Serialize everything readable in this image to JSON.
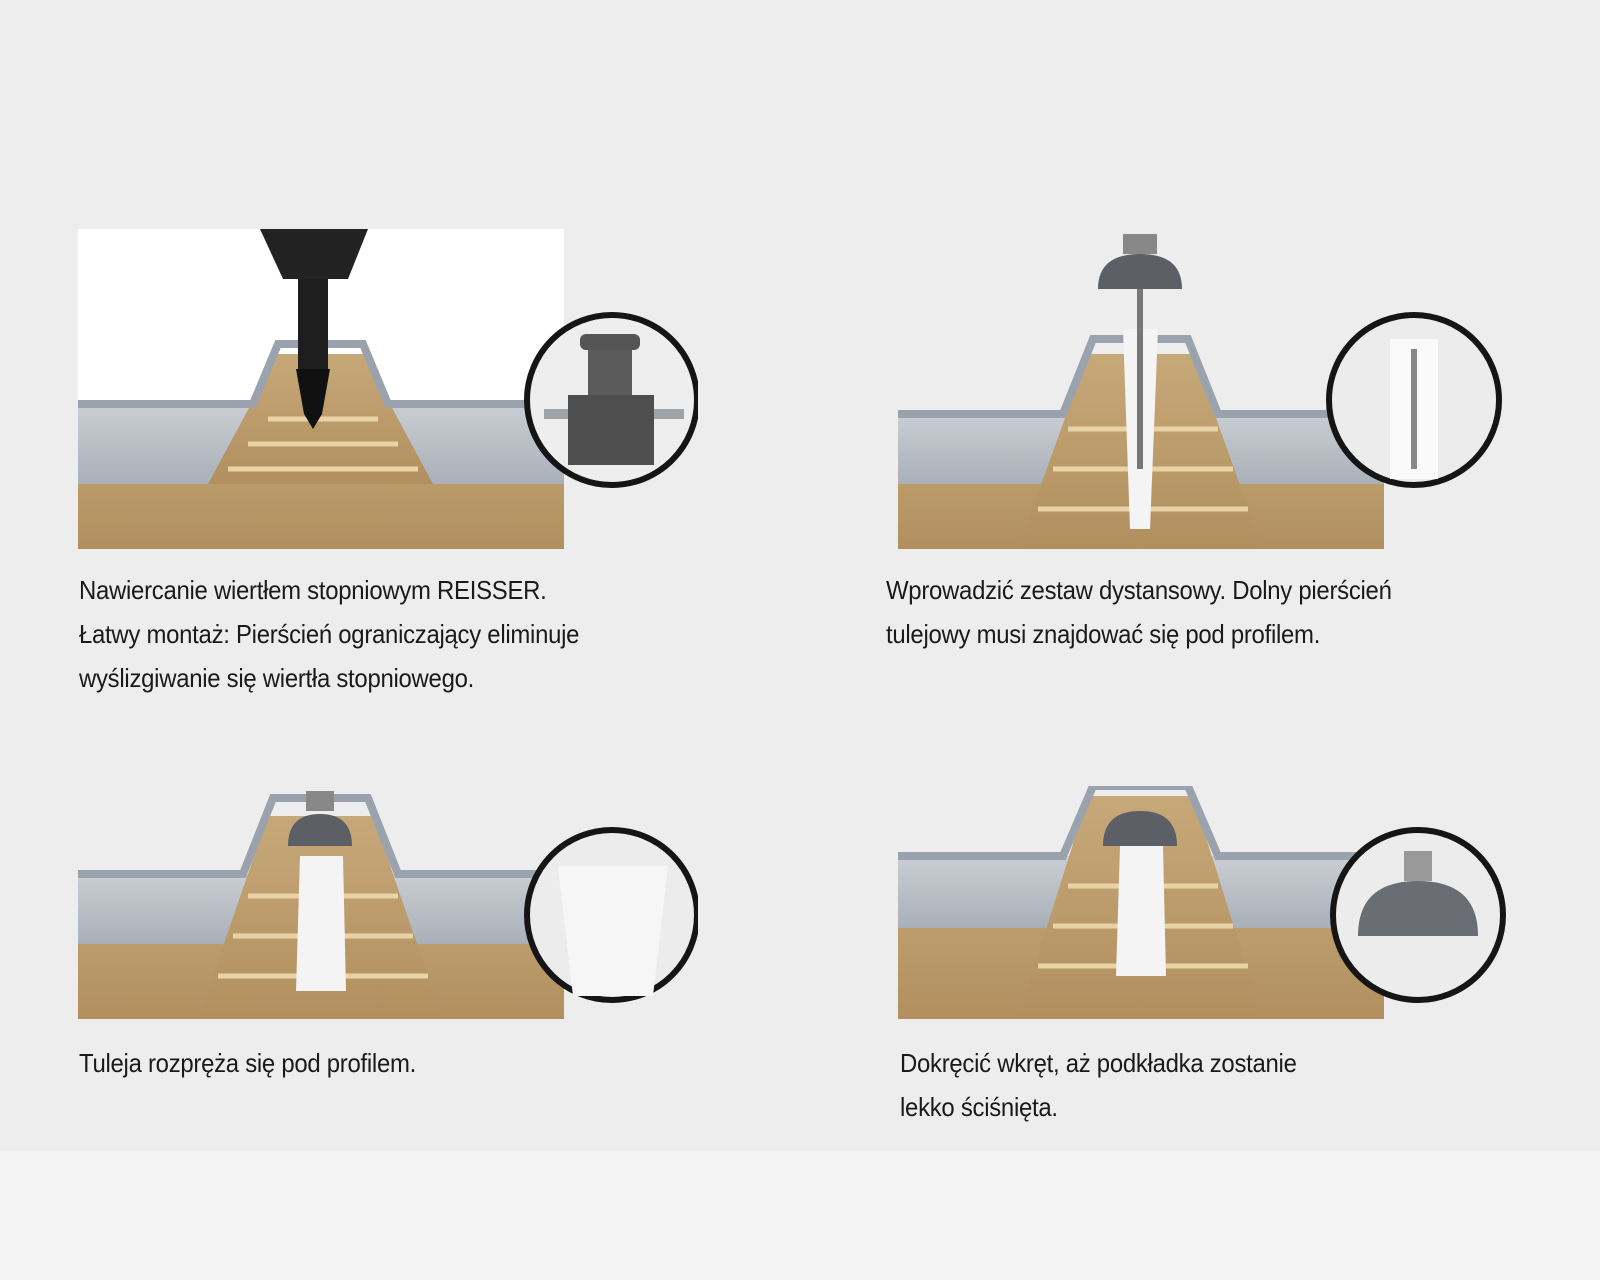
{
  "steps": [
    {
      "lines": [
        "Nawiercanie wiertłem stopniowym REISSER.",
        "Łatwy montaż: Pierścień ograniczający eliminuje",
        "wyślizgiwanie się wiertła stopniowego."
      ]
    },
    {
      "lines": [
        "Wprowadzić zestaw dystansowy. Dolny pierścień",
        "tulejowy musi znajdować się pod profilem."
      ]
    },
    {
      "lines": [
        "Tuleja rozpręża się pod profilem."
      ]
    },
    {
      "lines": [
        "Dokręcić wkręt, aż podkładka zostanie",
        "lekko ściśnięta."
      ]
    }
  ],
  "colors": {
    "background": "#ededed",
    "wood": "#b99a6b",
    "metal": "#b9bfc6",
    "ring": "#1a1a1a"
  }
}
